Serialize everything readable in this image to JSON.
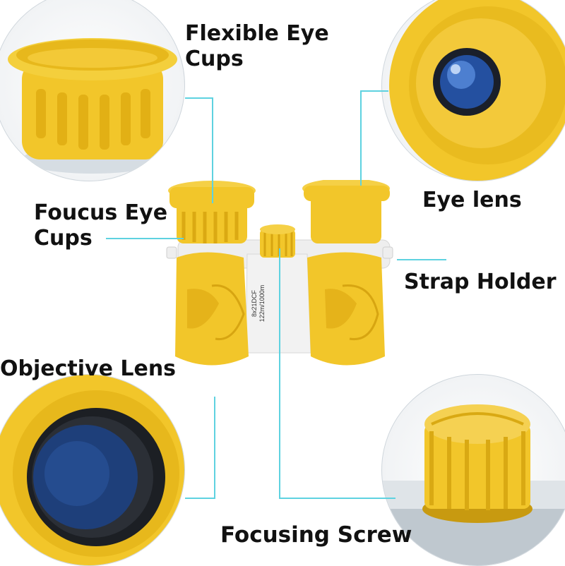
{
  "labels": {
    "flexible_eye_cups": "Flexible Eye Cups",
    "foucus_eye_cups": "Foucus Eye Cups",
    "eye_lens": "Eye lens",
    "strap_holder": "Strap Holder",
    "objective_lens": "Objective Lens",
    "focusing_screw": "Focusing Screw"
  },
  "product_marking": {
    "line1": "8x21DCF",
    "line2": "122m/1000m"
  },
  "colors": {
    "body_yellow": "#f2c62a",
    "body_white": "#eeeeee",
    "leader_line": "#5ed2e0",
    "lens_blue": "#1e3f7a"
  }
}
